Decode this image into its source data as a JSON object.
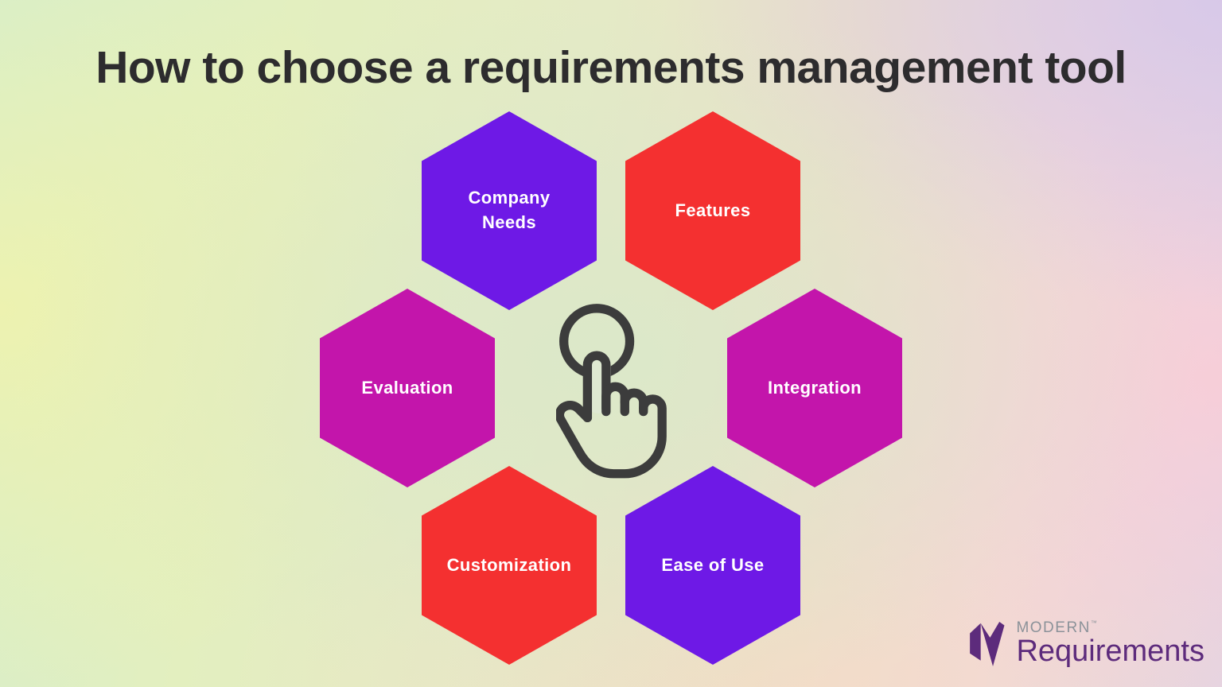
{
  "title": "How to choose a requirements management tool",
  "colors": {
    "hex_purple": "#6e19e6",
    "hex_red": "#f43030",
    "hex_magenta": "#c315ab",
    "title_text": "#2d2c2e",
    "hex_label_text": "#ffffff",
    "icon_stroke": "#3c3c3c",
    "logo_purple": "#5d2b7c",
    "logo_gray": "#8b9299",
    "bg_left_green": "#d7eeca",
    "bg_left_yellow": "#e9f0ba",
    "bg_right_pink": "#f0d9da",
    "bg_right_lavender": "#e0d3e8"
  },
  "hexagons": [
    {
      "id": "company-needs",
      "label": "Company Needs",
      "color": "#6e19e6"
    },
    {
      "id": "features",
      "label": "Features",
      "color": "#f43030"
    },
    {
      "id": "evaluation",
      "label": "Evaluation",
      "color": "#c315ab"
    },
    {
      "id": "integration",
      "label": "Integration",
      "color": "#c315ab"
    },
    {
      "id": "customization",
      "label": "Customization",
      "color": "#f43030"
    },
    {
      "id": "ease-of-use",
      "label": "Ease of Use",
      "color": "#6e19e6"
    }
  ],
  "center_icon": "tap-gesture-icon",
  "logo": {
    "brand_top": "MODERN",
    "trademark": "™",
    "brand_bottom": "Requirements"
  }
}
